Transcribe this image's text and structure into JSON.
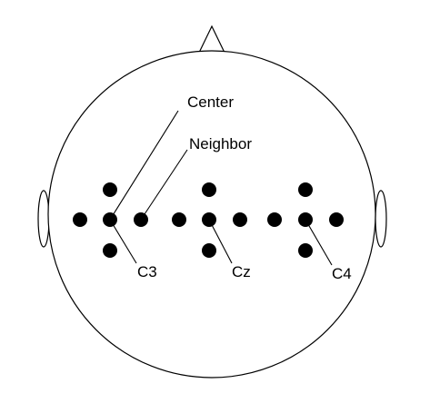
{
  "labels": {
    "center": "Center",
    "neighbor": "Neighbor",
    "c3": "C3",
    "cz": "Cz",
    "c4": "C4"
  },
  "colors": {
    "stroke": "#000000",
    "electrode": "#000000",
    "background": "#ffffff"
  },
  "clusters": [
    {
      "id": "c3",
      "label": "C3"
    },
    {
      "id": "cz",
      "label": "Cz"
    },
    {
      "id": "c4",
      "label": "C4"
    }
  ]
}
